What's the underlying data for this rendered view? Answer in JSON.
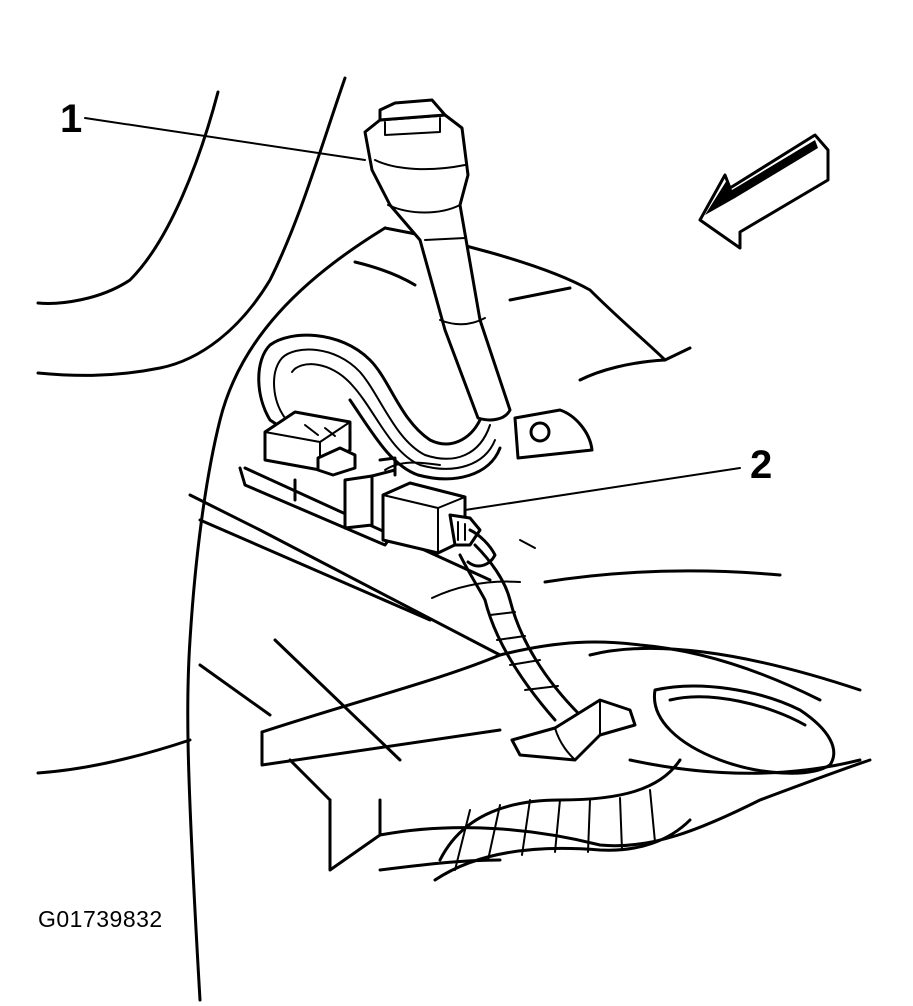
{
  "callouts": [
    {
      "label": "1"
    },
    {
      "label": "2"
    }
  ],
  "figure_id": "G01739832",
  "icons": {
    "arrow": "view-direction-arrow-icon"
  },
  "colors": {
    "ink": "#000000",
    "background": "#ffffff"
  }
}
